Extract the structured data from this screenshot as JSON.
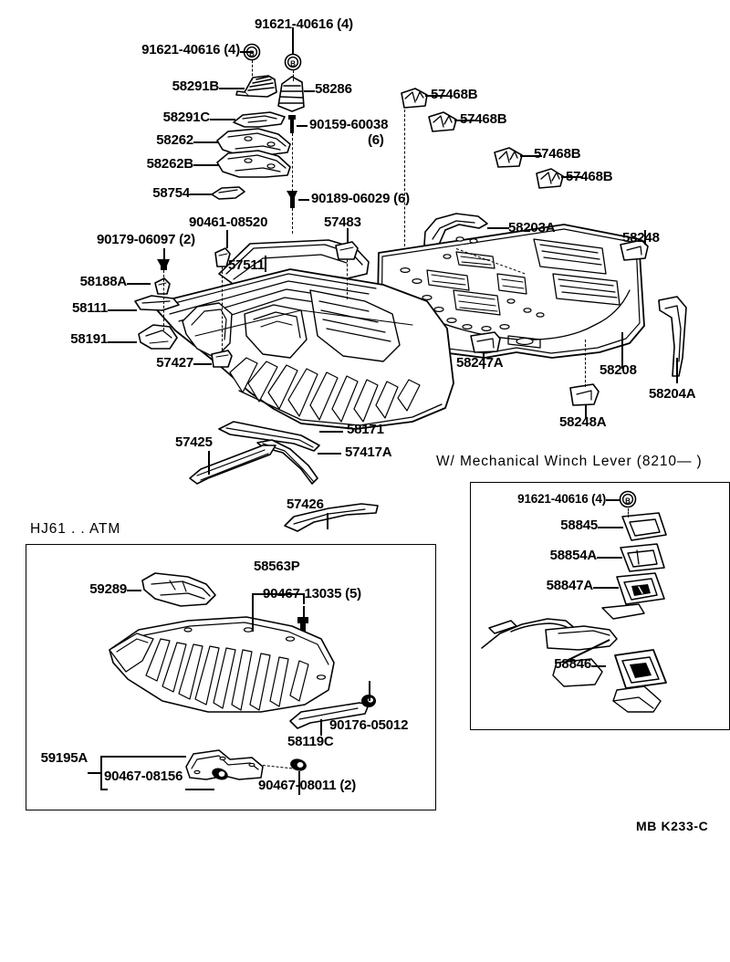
{
  "diagram": {
    "footer_code": "MB  K233-C",
    "sections": [
      {
        "title": "HJ61 . . ATM"
      },
      {
        "title": "W/ Mechanical Winch Lever (8210—          )"
      }
    ]
  },
  "top_group": {
    "labels": [
      {
        "id": "t-91621-a",
        "text": "91621-40616 (4)"
      },
      {
        "id": "t-91621-b",
        "text": "91621-40616 (4)"
      },
      {
        "id": "t-58291B",
        "text": "58291B"
      },
      {
        "id": "t-58286",
        "text": "58286"
      },
      {
        "id": "t-58291C",
        "text": "58291C"
      },
      {
        "id": "t-90159",
        "text": "90159-60038"
      },
      {
        "id": "t-90159-qty",
        "text": "(6)"
      },
      {
        "id": "t-58262",
        "text": "58262"
      },
      {
        "id": "t-58262B",
        "text": "58262B"
      },
      {
        "id": "t-58754",
        "text": "58754"
      },
      {
        "id": "t-90189",
        "text": "90189-06029  (6)"
      }
    ]
  },
  "clips_group": {
    "labels": [
      {
        "id": "c-57468B-1",
        "text": "57468B"
      },
      {
        "id": "c-57468B-2",
        "text": "57468B"
      },
      {
        "id": "c-57468B-3",
        "text": "57468B"
      },
      {
        "id": "c-57468B-4",
        "text": "57468B"
      }
    ]
  },
  "front_floor_group": {
    "labels": [
      {
        "id": "f-90461",
        "text": "90461-08520"
      },
      {
        "id": "f-57483",
        "text": "57483"
      },
      {
        "id": "f-90179",
        "text": "90179-06097 (2)"
      },
      {
        "id": "f-57511",
        "text": "57511"
      },
      {
        "id": "f-58188A",
        "text": "58188A"
      },
      {
        "id": "f-58111",
        "text": "58111"
      },
      {
        "id": "f-58191",
        "text": "58191"
      },
      {
        "id": "f-57427",
        "text": "57427"
      },
      {
        "id": "f-58171",
        "text": "58171"
      },
      {
        "id": "f-57425",
        "text": "57425"
      },
      {
        "id": "f-57417A",
        "text": "57417A"
      },
      {
        "id": "f-57426",
        "text": "57426"
      }
    ]
  },
  "rear_floor_group": {
    "labels": [
      {
        "id": "r-58203A",
        "text": "58203A"
      },
      {
        "id": "r-58248",
        "text": "58248"
      },
      {
        "id": "r-58247A",
        "text": "58247A"
      },
      {
        "id": "r-58208",
        "text": "58208"
      },
      {
        "id": "r-58204A",
        "text": "58204A"
      },
      {
        "id": "r-58248A",
        "text": "58248A"
      }
    ]
  },
  "atm_box": {
    "title": "HJ61 . . ATM",
    "labels": [
      {
        "id": "a-59289",
        "text": "59289"
      },
      {
        "id": "a-58563P",
        "text": "58563P"
      },
      {
        "id": "a-90467-13035",
        "text": "90467-13035 (5)"
      },
      {
        "id": "a-90176",
        "text": "90176-05012"
      },
      {
        "id": "a-58119C",
        "text": "58119C"
      },
      {
        "id": "a-59195A",
        "text": "59195A"
      },
      {
        "id": "a-90467-08156",
        "text": "90467-08156"
      },
      {
        "id": "a-90467-08011",
        "text": "90467-08011 (2)"
      }
    ]
  },
  "winch_box": {
    "title": "W/ Mechanical Winch Lever (8210—          )",
    "labels": [
      {
        "id": "w-91621",
        "text": "91621-40616 (4)"
      },
      {
        "id": "w-58845",
        "text": "58845"
      },
      {
        "id": "w-58854A",
        "text": "58854A"
      },
      {
        "id": "w-58847A",
        "text": "58847A"
      },
      {
        "id": "w-58846",
        "text": "58846"
      }
    ]
  },
  "colors": {
    "ink": "#000000",
    "paper": "#ffffff"
  }
}
